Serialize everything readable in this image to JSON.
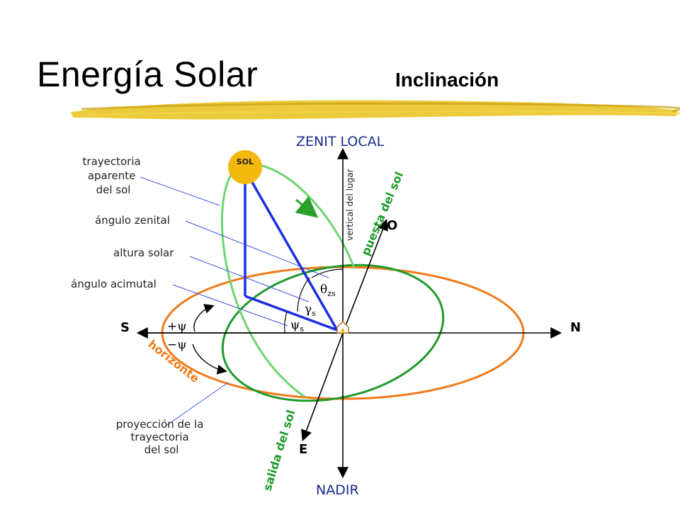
{
  "slide": {
    "title": "Energía Solar",
    "subtitle": "Inclinación"
  },
  "diagram": {
    "sun_label": "SOL",
    "zenith": "ZENIT LOCAL",
    "nadir": "NADIR",
    "north": "N",
    "south": "S",
    "east": "E",
    "west": "O",
    "vertical": "vertical del lugar",
    "sunset": "puesta del sol",
    "sunrise": "salida del sol",
    "horizon": "horizonte",
    "plus_psi": "+ψ",
    "minus_psi": "−ψ",
    "theta": "θ",
    "theta_sub": "zs",
    "gamma": "γ",
    "gamma_sub": "s",
    "psi": "ψ",
    "psi_sub": "s",
    "callouts": {
      "path_line1": "trayectoria",
      "path_line2": "aparente",
      "path_line3": "del sol",
      "zenith_angle": "ángulo zenital",
      "solar_altitude": "altura solar",
      "azimuth_angle": "ángulo acimutal",
      "proj_line1": "proyección de la",
      "proj_line2": "trayectoria",
      "proj_line3": "del sol"
    },
    "colors": {
      "horizon": "#f07a1a",
      "path": "#1f9a2a",
      "path_light": "#6fd46f",
      "triangle": "#1a2ee0",
      "sun": "#f5b80f",
      "callout_line": "#3a56e0"
    }
  }
}
